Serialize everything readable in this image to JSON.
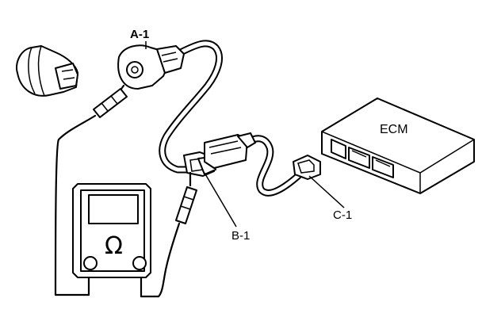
{
  "labels": {
    "a1": "A-1",
    "b1": "B-1",
    "c1": "C-1",
    "ecm": "ECM",
    "ohm_symbol": "Ω"
  },
  "colors": {
    "line": "#000000",
    "background": "#ffffff"
  }
}
